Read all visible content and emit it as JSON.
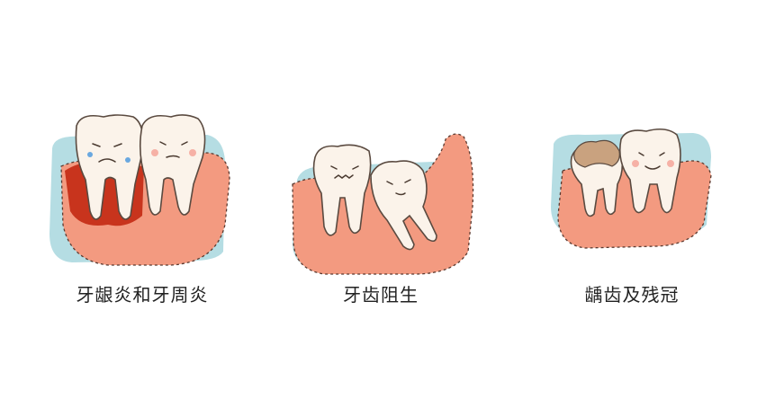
{
  "colors": {
    "blob": "#b5dde3",
    "gum": "#f39a80",
    "inflamed": "#c8341d",
    "tooth": "#fbf3ea",
    "decay": "#c9a27f"
  },
  "panels": [
    {
      "caption": "牙龈炎和牙周炎"
    },
    {
      "caption": "牙齿阻生"
    },
    {
      "caption": "龋齿及残冠"
    }
  ]
}
